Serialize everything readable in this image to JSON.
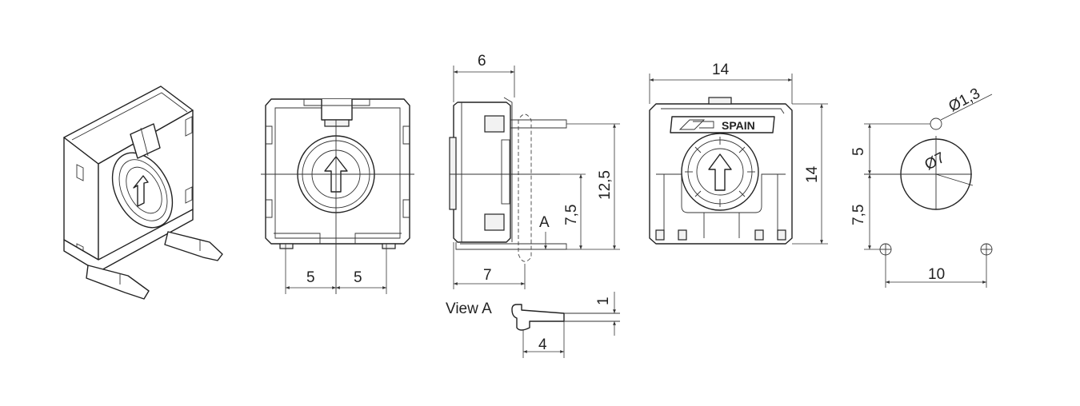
{
  "dimensions": {
    "front_left_width": "5",
    "front_right_width": "5",
    "side_top_depth": "6",
    "side_bottom_depth": "7",
    "side_height_total": "12,5",
    "side_height_pin": "7,5",
    "section_marker": "A",
    "view_a_title": "View A",
    "view_a_thickness": "1",
    "view_a_length": "4",
    "rear_width": "14",
    "rear_height": "14",
    "pcb_hole_diameter": "Ø1,3",
    "pcb_rotor_diameter": "Ø7",
    "pcb_upper_offset": "5",
    "pcb_lower_offset": "7,5",
    "pcb_pitch": "10"
  },
  "marking": {
    "country": "SPAIN"
  },
  "colors": {
    "line": "#222222",
    "background": "#ffffff"
  }
}
